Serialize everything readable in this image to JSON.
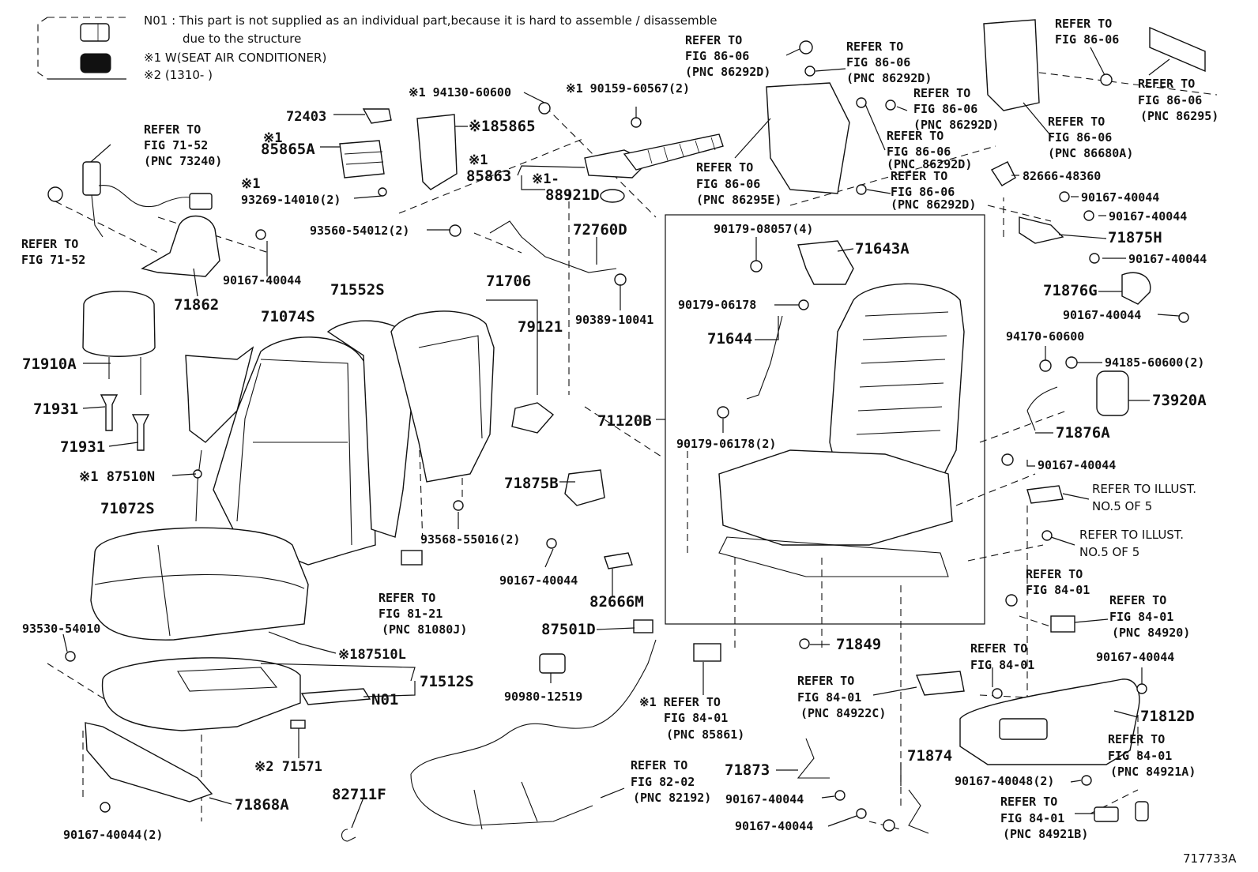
{
  "legend": {
    "n01_note": "N01 : This part is not supplied as an individual part,because it is hard to assemble / disassemble",
    "n01_note_2": "due to the structure",
    "x1_note": "※1 W(SEAT AIR CONDITIONER)",
    "x2_note": "※2 (1310-        )"
  },
  "labels": {
    "l72403": "72403",
    "x1a": "※1",
    "l85865A": "85865A",
    "x1b": "※1",
    "l93269": "93269-14010(2)",
    "l94130": "※1 94130-60600",
    "l85865": "※185865",
    "l90159": "※1 90159-60567(2)",
    "x1c": "※1",
    "l85863": "85863",
    "l88921D": "※1-",
    "l88921D_b": "88921D",
    "l93560": "93560-54012(2)",
    "l72760D": "72760D",
    "l71706": "71706",
    "l79121": "79121",
    "l90389": "90389-10041",
    "l71862": "71862",
    "l90167_a": "90167-40044",
    "l71910A": "71910A",
    "l71074S": "71074S",
    "l71552S": "71552S",
    "l71931_a": "71931",
    "l71931_b": "71931",
    "l87510N": "※1 87510N",
    "l71072S": "71072S",
    "l93568": "93568-55016(2)",
    "l71875B": "71875B",
    "l90167_b": "90167-40044",
    "l82666M": "82666M",
    "l71120B": "71120B",
    "l93530": "93530-54010",
    "l87510L": "※187510L",
    "l71512S": "71512S",
    "lN01": "N01",
    "l71571": "※2 71571",
    "l71868A": "71868A",
    "l90167_c": "90167-40044(2)",
    "l82711F": "82711F",
    "l87501D": "87501D",
    "l90980": "90980-12519",
    "l90179_08057": "90179-08057(4)",
    "l71643A": "71643A",
    "l90179_06178": "90179-06178",
    "l71644": "71644",
    "l90179_06178b": "90179-06178(2)",
    "l82666_48360": "82666-48360",
    "l90167_d": "90167-40044",
    "l90167_e": "90167-40044",
    "l71875H": "71875H",
    "l90167_f": "90167-40044",
    "l71876G": "71876G",
    "l90167_g": "90167-40044",
    "l94170": "94170-60600",
    "l94185": "94185-60600(2)",
    "l73920A": "73920A",
    "l71876A": "71876A",
    "l90167_h": "90167-40044",
    "l71849": "71849",
    "l71873": "71873",
    "l90167_i": "90167-40044",
    "l90167_j": "90167-40044",
    "l71874": "71874",
    "l90167_k": "90167-40044",
    "l71812D": "71812D",
    "l90167_40048": "90167-40048(2)",
    "code": "717733A"
  },
  "refs": {
    "r71_52_a": [
      "REFER TO",
      "FIG 71-52",
      "(PNC 73240)"
    ],
    "r71_52_b": [
      "REFER TO",
      "FIG 71-52"
    ],
    "r86_06_a": [
      "REFER TO",
      "FIG 86-06",
      "(PNC 86292D)"
    ],
    "r86_06_b": [
      "REFER TO",
      "FIG 86-06",
      "(PNC 86292D)"
    ],
    "r86_06_c": [
      "REFER TO",
      "FIG 86-06",
      "(PNC 86292D)"
    ],
    "r86_06_d": [
      "REFER TO",
      "FIG 86-06",
      "(PNC 86295E)"
    ],
    "r86_06_e": [
      "REFER TO",
      "FIG 86-06",
      "(PNC 86292D)"
    ],
    "r86_06_f": [
      "REFER TO",
      "FIG 86-06",
      "(PNC 86292D)"
    ],
    "r86_06_g": [
      "REFER TO",
      "FIG 86-06"
    ],
    "r86_06_h": [
      "REFER TO",
      "FIG 86-06",
      "(PNC 86295)"
    ],
    "r86_06_i": [
      "REFER TO",
      "FIG 86-06",
      "(PNC 86680A)"
    ],
    "r81_21": [
      "REFER TO",
      "FIG 81-21",
      "(PNC 81080J)"
    ],
    "r84_01_a": [
      "※1 REFER TO",
      "FIG 84-01",
      "(PNC 85861)"
    ],
    "r82_02": [
      "REFER TO",
      "FIG 82-02",
      "(PNC 82192)"
    ],
    "r84_01_b": [
      "REFER TO",
      "FIG 84-01",
      "(PNC 84922C)"
    ],
    "r84_01_c": [
      "REFER TO",
      "FIG 84-01"
    ],
    "r84_01_d": [
      "REFER TO",
      "FIG 84-01"
    ],
    "r84_01_e": [
      "REFER TO",
      "FIG 84-01",
      "(PNC 84920)"
    ],
    "r84_01_f": [
      "REFER TO",
      "FIG 84-01",
      "(PNC 84921A)"
    ],
    "r84_01_g": [
      "REFER TO",
      "FIG 84-01",
      "(PNC 84921B)"
    ],
    "r_illus_a": [
      "REFER TO ILLUST.",
      "NO.5 OF 5"
    ],
    "r_illus_b": [
      "REFER TO ILLUST.",
      "NO.5 OF 5"
    ]
  }
}
